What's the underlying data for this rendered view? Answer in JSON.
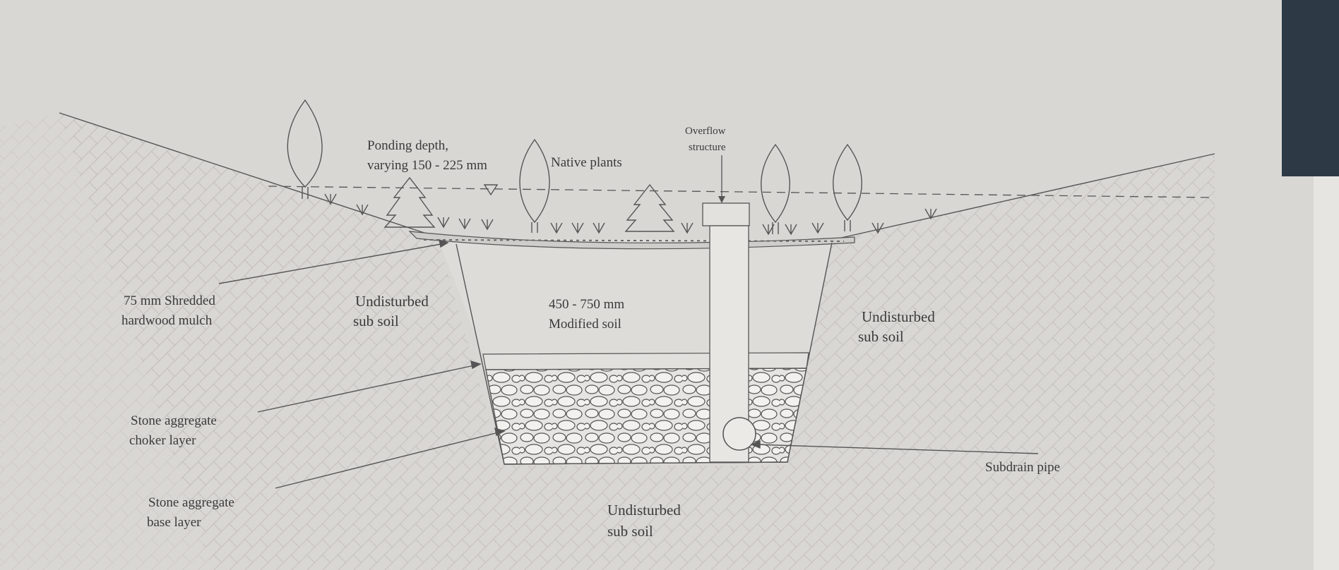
{
  "diagram": {
    "labels": {
      "ponding_depth": [
        "Ponding depth,",
        "varying 150 - 225 mm"
      ],
      "native_plants": "Native plants",
      "overflow": [
        "Overflow",
        "structure"
      ],
      "mulch": [
        "75 mm Shredded",
        "hardwood mulch"
      ],
      "undisturbed_left": [
        "Undisturbed",
        "sub soil"
      ],
      "modified_soil": [
        "450 - 750 mm",
        "Modified soil"
      ],
      "undisturbed_right": [
        "Undisturbed",
        "sub soil"
      ],
      "choker": [
        "Stone aggregate",
        "choker layer"
      ],
      "base": [
        "Stone aggregate",
        "base layer"
      ],
      "undisturbed_bottom": [
        "Undisturbed",
        "sub soil"
      ],
      "subdrain": "Subdrain pipe"
    },
    "colors": {
      "paper": "#d9d7d4",
      "ink": "#555555",
      "hatch": "#bdbab6"
    }
  }
}
